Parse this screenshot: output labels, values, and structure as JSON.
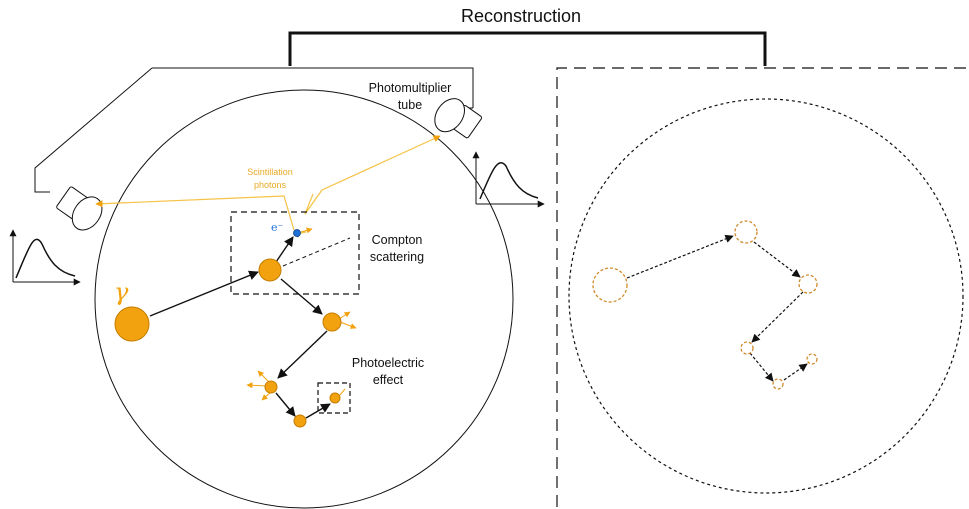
{
  "title": "Reconstruction",
  "labels": {
    "photomultiplier_tube": [
      "Photomultiplier",
      "tube"
    ],
    "scintillation_photons": [
      "Scintillation",
      "photons"
    ],
    "compton_scattering": [
      "Compton",
      "scattering"
    ],
    "photoelectric_effect": [
      "Photoelectric",
      "effect"
    ],
    "gamma_symbol": "γ",
    "electron_symbol": "e⁻"
  },
  "colors": {
    "interaction_fill": "#f2a20e",
    "interaction_stroke": "#c47d00",
    "photon_line": "#f5c245",
    "electron": "#1f6fd8",
    "reconstructed": "#d08a2a",
    "outline": "#111111"
  },
  "icons": {
    "detector_left": "photomultiplier-tube-icon",
    "detector_right": "photomultiplier-tube-icon",
    "pulse_left": "pulse-waveform-icon",
    "pulse_right": "pulse-waveform-icon"
  }
}
